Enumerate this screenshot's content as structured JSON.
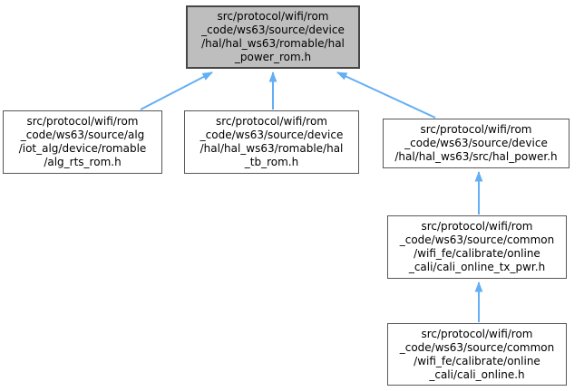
{
  "diagram": {
    "colors": {
      "background": "#ffffff",
      "arrow": "#63aef5",
      "node_fill": "#ffffff",
      "node_border": "#575757",
      "current_node_fill": "#bebebe",
      "current_node_border": "#464646",
      "text": "#000000"
    },
    "nodes": [
      {
        "id": "hal_power_rom.h",
        "path": "src/protocol/wifi/rom_code/ws63/source/device/hal/hal_ws63/romable/hal_power_rom.h",
        "current": true,
        "lines": [
          "src/protocol/wifi/rom",
          "_code/ws63/source/device",
          "/hal/hal_ws63/romable/hal",
          "_power_rom.h"
        ]
      },
      {
        "id": "alg_rts_rom.h",
        "path": "src/protocol/wifi/rom_code/ws63/source/alg/iot_alg/device/romable/alg_rts_rom.h",
        "current": false,
        "lines": [
          "src/protocol/wifi/rom",
          "_code/ws63/source/alg",
          "/iot_alg/device/romable",
          "/alg_rts_rom.h"
        ]
      },
      {
        "id": "hal_tb_rom.h",
        "path": "src/protocol/wifi/rom_code/ws63/source/device/hal/hal_ws63/romable/hal_tb_rom.h",
        "current": false,
        "lines": [
          "src/protocol/wifi/rom",
          "_code/ws63/source/device",
          "/hal/hal_ws63/romable/hal",
          "_tb_rom.h"
        ]
      },
      {
        "id": "hal_power.h",
        "path": "src/protocol/wifi/rom_code/ws63/source/device/hal/hal_ws63/src/hal_power.h",
        "current": false,
        "lines": [
          "src/protocol/wifi/rom",
          "_code/ws63/source/device",
          "/hal/hal_ws63/src/hal_power.h"
        ]
      },
      {
        "id": "cali_online_tx_pwr.h",
        "path": "src/protocol/wifi/rom_code/ws63/source/common/wifi_fe/calibrate/online_cali/cali_online_tx_pwr.h",
        "current": false,
        "lines": [
          "src/protocol/wifi/rom",
          "_code/ws63/source/common",
          "/wifi_fe/calibrate/online",
          "_cali/cali_online_tx_pwr.h"
        ]
      },
      {
        "id": "cali_online.h",
        "path": "src/protocol/wifi/rom_code/ws63/source/common/wifi_fe/calibrate/online_cali/cali_online.h",
        "current": false,
        "lines": [
          "src/protocol/wifi/rom",
          "_code/ws63/source/common",
          "/wifi_fe/calibrate/online",
          "_cali/cali_online.h"
        ]
      }
    ],
    "edges": [
      {
        "from": "alg_rts_rom.h",
        "to": "hal_power_rom.h"
      },
      {
        "from": "hal_tb_rom.h",
        "to": "hal_power_rom.h"
      },
      {
        "from": "hal_power.h",
        "to": "hal_power_rom.h"
      },
      {
        "from": "cali_online_tx_pwr.h",
        "to": "hal_power.h"
      },
      {
        "from": "cali_online.h",
        "to": "cali_online_tx_pwr.h"
      }
    ]
  }
}
